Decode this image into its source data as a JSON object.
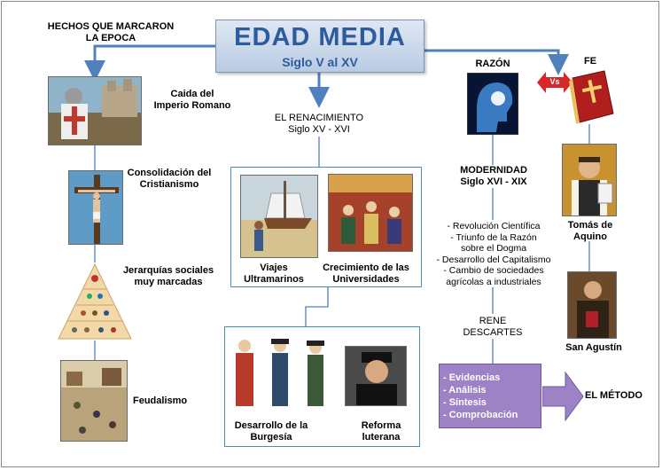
{
  "title": {
    "main": "EDAD  MEDIA",
    "sub": "Siglo V al XV"
  },
  "left_header": [
    "HECHOS QUE MARCARON",
    "LA EPOCA"
  ],
  "left_items": [
    {
      "label": [
        "Caida del",
        "Imperio Romano"
      ],
      "icon": "crusader-knight-icon"
    },
    {
      "label": [
        "Consolidación del",
        "Cristianismo"
      ],
      "icon": "crucifix-icon"
    },
    {
      "label": [
        "Jerarquías sociales",
        "muy marcadas"
      ],
      "icon": "social-pyramid-icon"
    },
    {
      "label": [
        "Feudalismo"
      ],
      "icon": "feudal-village-icon"
    }
  ],
  "renacimiento": {
    "title": [
      "EL RENACIMIENTO",
      "Siglo XV - XVI"
    ],
    "items": [
      {
        "label": [
          "Viajes",
          "Ultramarinos"
        ],
        "icon": "ship-voyage-icon"
      },
      {
        "label": [
          "Crecimiento de las",
          "Universidades"
        ],
        "icon": "university-scene-icon"
      },
      {
        "label": [
          "Desarrollo de la",
          "Burgesía"
        ],
        "icon": "bourgeois-figures-icon"
      },
      {
        "label": [
          "Reforma",
          "luterana"
        ],
        "icon": "luther-portrait-icon"
      }
    ]
  },
  "razon": {
    "label": "RAZÓN",
    "icon": "thinking-head-icon",
    "modernidad": [
      "MODERNIDAD",
      "Siglo XVI - XIX"
    ],
    "bullets": [
      "- Revolución Científica",
      "- Triunfo de la Razón",
      "sobre el Dogma",
      "- Desarrollo del Capitalismo",
      "- Cambio de sociedades",
      "agrícolas a industriales"
    ],
    "descartes": [
      "RENE",
      "DESCARTES"
    ],
    "metodo_steps": [
      "- Evidencias",
      "- Análisis",
      "- Síntesis",
      "- Comprobación"
    ],
    "metodo_label": "EL MÉTODO"
  },
  "vs": "Vs",
  "fe": {
    "label": "FE",
    "icon": "holy-bible-icon",
    "people": [
      {
        "label": [
          "Tomás de",
          "Aquino"
        ],
        "icon": "tomas-aquino-icon"
      },
      {
        "label": [
          "San Agustín"
        ],
        "icon": "san-agustin-icon"
      }
    ]
  },
  "colors": {
    "accent": "#4f81bd",
    "title_text": "#2d5b9e",
    "vs_arrow": "#d9262b",
    "method_box": "#9d82c5"
  }
}
